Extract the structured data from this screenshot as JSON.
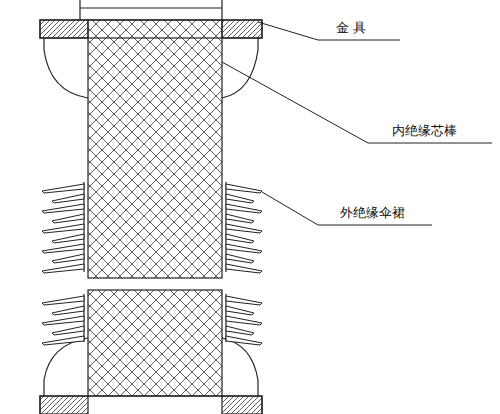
{
  "diagram": {
    "labels": [
      "金 具",
      "内绝缘芯棒",
      "外绝缘伞裙"
    ]
  }
}
